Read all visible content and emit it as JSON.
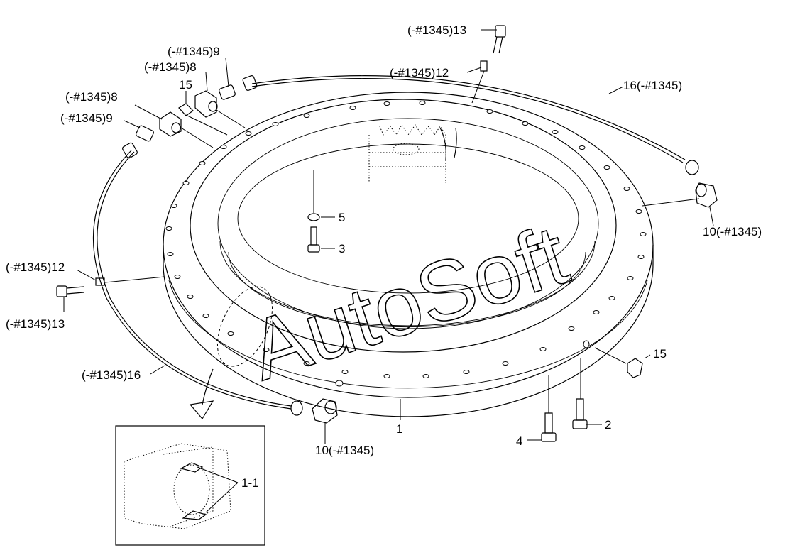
{
  "labels": {
    "part_13_top": "(-#1345)13",
    "part_12_top": "(-#1345)12",
    "part_9_top": "(-#1345)9",
    "part_8_top": "(-#1345)8",
    "part_15_top": "15",
    "part_8_left": "(-#1345)8",
    "part_9_left": "(-#1345)9",
    "part_16_right": "16(-#1345)",
    "part_10_right": "10(-#1345)",
    "part_5": "5",
    "part_3": "3",
    "part_12_left": "(-#1345)12",
    "part_13_left": "(-#1345)13",
    "part_16_left": "(-#1345)16",
    "part_10_bottom": "10(-#1345)",
    "part_1": "1",
    "part_15_right": "15",
    "part_2": "2",
    "part_4": "4",
    "part_1_1": "1-1"
  },
  "watermark": "AutoSoft"
}
